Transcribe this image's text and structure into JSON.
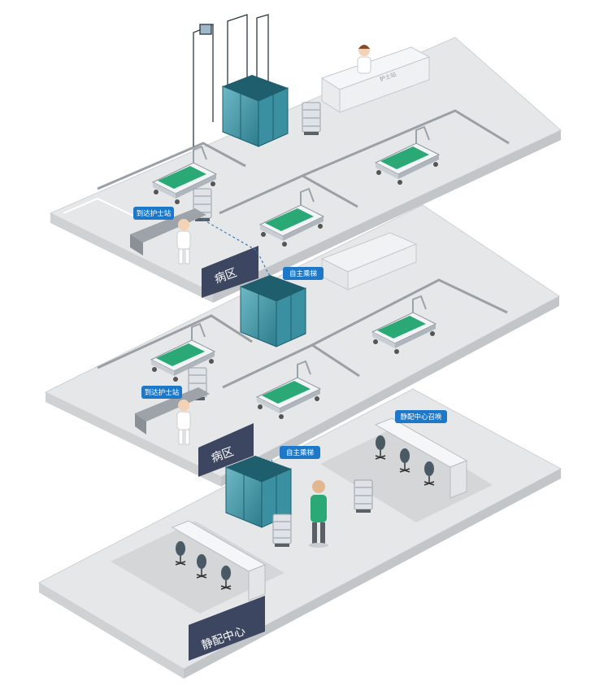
{
  "callouts": {
    "top_nurse_station": "到达护士站",
    "top_elevator": "自主乘梯",
    "mid_nurse_station": "到达护士站",
    "mid_elevator": "自主乘梯",
    "pivas_call": "静配中心召唤"
  },
  "zones": {
    "top_ward": "病区",
    "mid_ward": "病区",
    "pivas": "静配中心"
  },
  "labels": {
    "nurse_desk": "护士站"
  },
  "colors": {
    "floor": "#e6e7e8",
    "floor_edge": "#cfd1d3",
    "elevator": "#3a8fa0",
    "elevator_dark": "#1f5e6c",
    "callout": "#1e78c8",
    "zone_sign": "#3c4660",
    "bed_sheet": "#2aa876",
    "robot": "#dfe3e8"
  }
}
